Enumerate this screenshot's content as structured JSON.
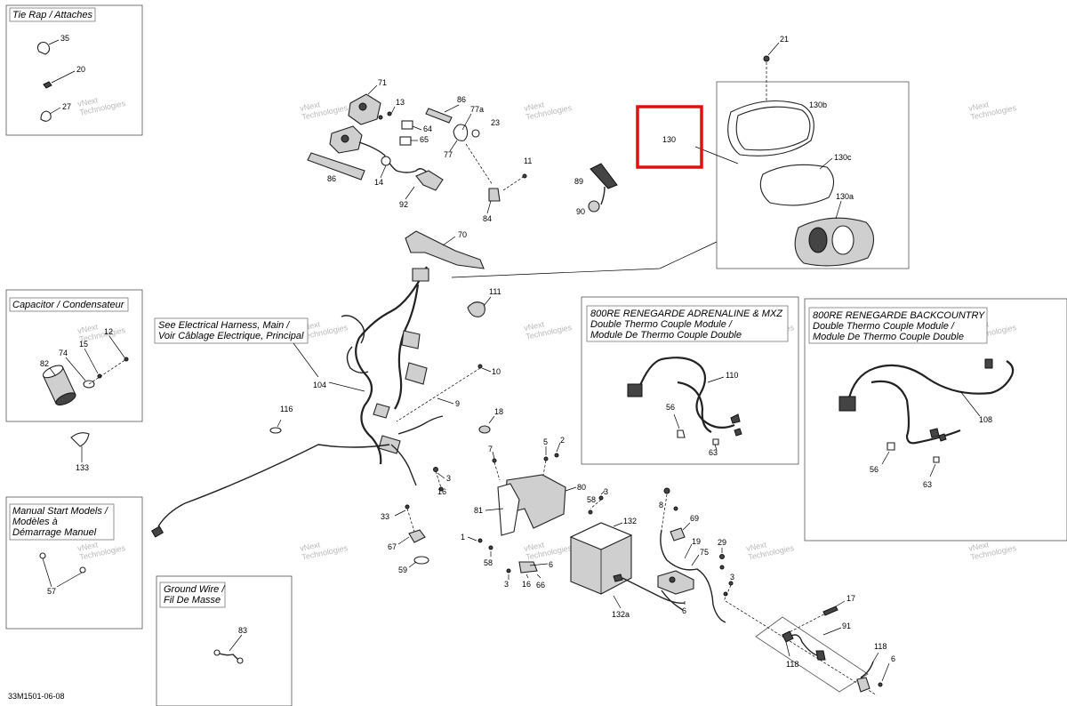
{
  "boxes": {
    "tie_rap": "Tie Rap / Attaches",
    "capacitor": "Capacitor / Condensateur",
    "manual_start": [
      "Manual Start Models /",
      "Modèles à",
      "Démarrage Manuel"
    ],
    "ground_wire": [
      "Ground Wire /",
      "Fil De Masse"
    ],
    "harness_note": [
      "See Electrical Harness, Main /",
      "Voir Câblage Electrique, Principal"
    ],
    "renegade_adrenaline": [
      "800RE RENEGARDE ADRENALINE & MXZ",
      "Double Thermo Couple Module /",
      "Module De Thermo Couple Double"
    ],
    "renegade_backcountry": [
      "800RE RENEGARDE BACKCOUNTRY",
      "Double Thermo Couple Module /",
      "Module De Thermo Couple Double"
    ]
  },
  "highlight": {
    "label": "130",
    "color": "#e01010"
  },
  "part_numbers": {
    "p35": "35",
    "p20": "20",
    "p27": "27",
    "p12": "12",
    "p15": "15",
    "p74": "74",
    "p82": "82",
    "p133": "133",
    "p57": "57",
    "p83": "83",
    "p71": "71",
    "p13": "13",
    "p64": "64",
    "p65": "65",
    "p86a": "86",
    "p86b": "86",
    "p77a": "77a",
    "p77": "77",
    "p23": "23",
    "p14": "14",
    "p92": "92",
    "p11": "11",
    "p84": "84",
    "p89": "89",
    "p90": "90",
    "p21": "21",
    "p130b": "130b",
    "p130c": "130c",
    "p130a": "130a",
    "p70": "70",
    "p111": "111",
    "p104": "104",
    "p10": "10",
    "p9": "9",
    "p116": "116",
    "p18": "18",
    "p110": "110",
    "p56a": "56",
    "p63a": "63",
    "p108": "108",
    "p56b": "56",
    "p63b": "63",
    "p7": "7",
    "p5": "5",
    "p2": "2",
    "p3a": "3",
    "p16a": "16",
    "p80": "80",
    "p3b": "3",
    "p58a": "58",
    "p81": "81",
    "p33": "33",
    "p67": "67",
    "p59": "59",
    "p1": "1",
    "p58b": "58",
    "p132": "132",
    "p8": "8",
    "p69": "69",
    "p19": "19",
    "p75": "75",
    "p29": "29",
    "p6a": "6",
    "p3c": "3",
    "p16b": "16",
    "p66": "66",
    "p132a": "132a",
    "p6b": "6",
    "p3d": "3",
    "p17": "17",
    "p91": "91",
    "p118a": "118",
    "p118b": "118",
    "p6c": "6"
  },
  "watermark": [
    "vNext",
    "Technologies"
  ],
  "reference": "33M1501-06-08"
}
